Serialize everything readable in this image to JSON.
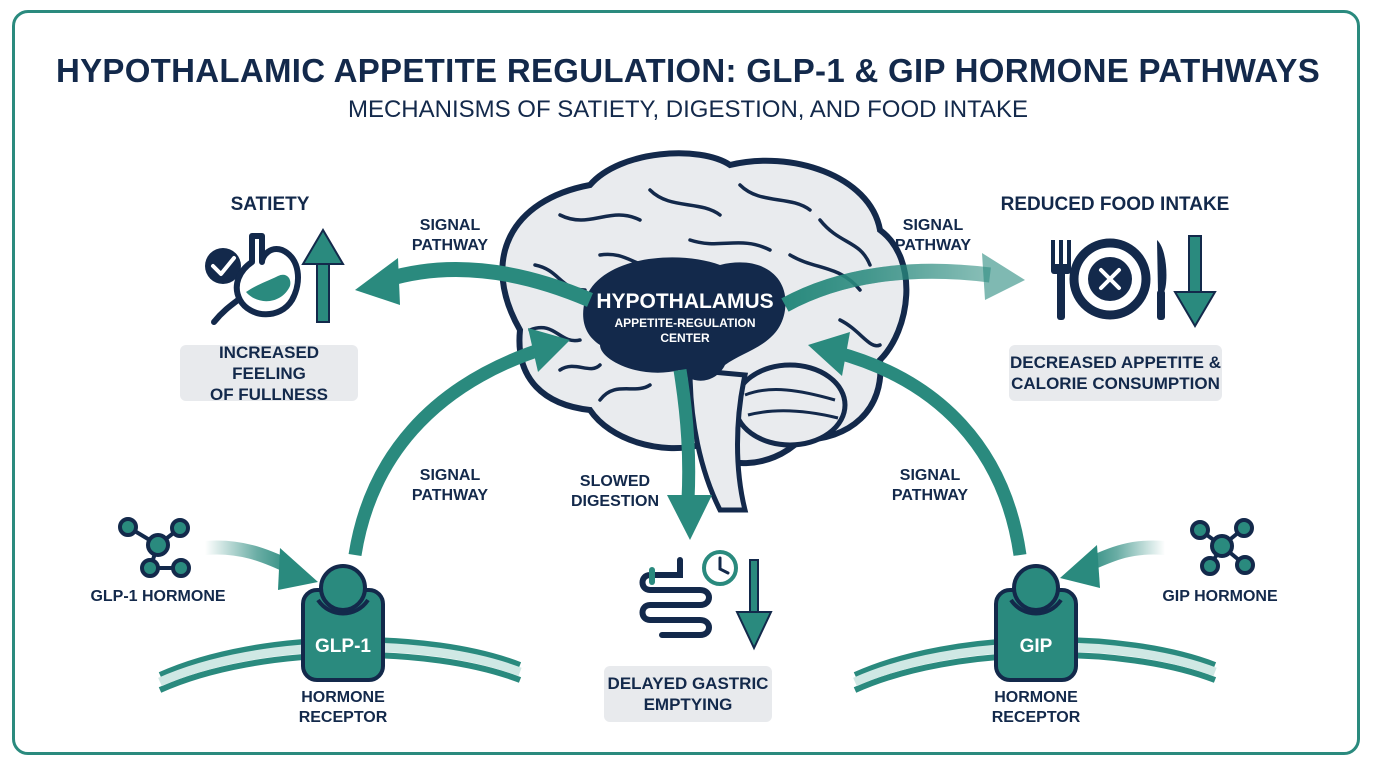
{
  "title": "HYPOTHALAMIC APPETITE REGULATION: GLP-1 & GIP HORMONE PATHWAYS",
  "subtitle": "MECHANISMS OF SATIETY, DIGESTION, AND FOOD INTAKE",
  "center": {
    "title": "HYPOTHALAMUS",
    "subtitle_line1": "APPETITE-REGULATION",
    "subtitle_line2": "CENTER"
  },
  "satiety": {
    "heading": "SATIETY",
    "box_line1": "INCREASED FEELING",
    "box_line2": "OF FULLNESS"
  },
  "food_intake": {
    "heading": "REDUCED FOOD INTAKE",
    "box_line1": "DECREASED APPETITE &",
    "box_line2": "CALORIE CONSUMPTION"
  },
  "digestion": {
    "label_line1": "SLOWED",
    "label_line2": "DIGESTION",
    "box_line1": "DELAYED GASTRIC",
    "box_line2": "EMPTYING"
  },
  "signal": {
    "line1": "SIGNAL",
    "line2": "PATHWAY"
  },
  "glp1": {
    "hormone_label": "GLP-1 HORMONE",
    "receptor_name": "GLP-1",
    "receptor_line1": "HORMONE",
    "receptor_line2": "RECEPTOR"
  },
  "gip": {
    "hormone_label": "GIP HORMONE",
    "receptor_name": "GIP",
    "receptor_line1": "HORMONE",
    "receptor_line2": "RECEPTOR"
  },
  "colors": {
    "navy": "#13294b",
    "teal": "#2a8a7e",
    "brain_fill": "#e9ebee",
    "box_fill": "#e8eaed"
  },
  "icons": [
    "check-icon",
    "stomach-icon",
    "up-arrow-icon",
    "fork-icon",
    "plate-x-icon",
    "knife-icon",
    "down-arrow-icon",
    "intestine-icon",
    "clock-icon",
    "molecule-icon"
  ]
}
